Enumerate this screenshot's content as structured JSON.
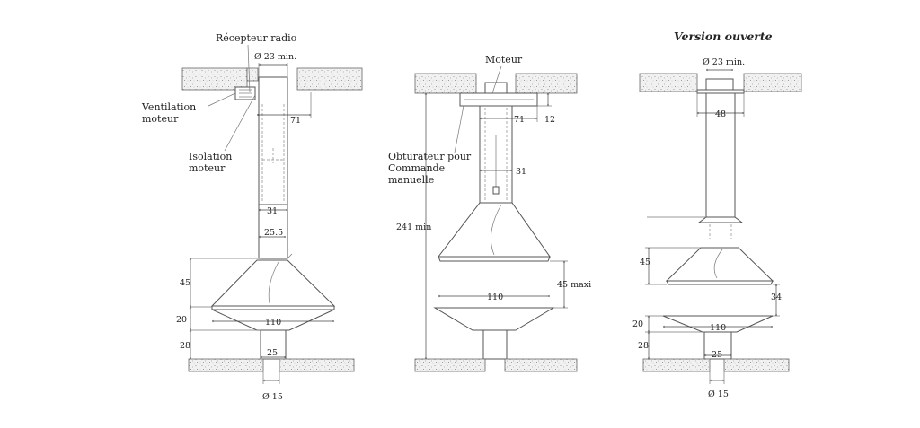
{
  "view_left": {
    "labels": {
      "recepteur": "Récepteur radio",
      "ventilation_1": "Ventilation",
      "ventilation_2": "moteur",
      "isolation_1": "Isolation",
      "isolation_2": "moteur"
    },
    "dims": {
      "d23": "Ø 23 min.",
      "d71": "71",
      "d31": "31",
      "d25_5": "25.5",
      "d45": "45",
      "d20": "20",
      "d110": "110",
      "d28": "28",
      "d25": "25",
      "d15": "Ø 15"
    }
  },
  "view_middle": {
    "labels": {
      "moteur": "Moteur",
      "obturateur_1": "Obturateur pour",
      "obturateur_2": "Commande",
      "obturateur_3": "manuelle"
    },
    "dims": {
      "d71": "71",
      "d12": "12",
      "d31": "31",
      "d241": "241 min",
      "d110": "110",
      "d45max": "45 maxi"
    }
  },
  "view_right": {
    "title": "Version ouverte",
    "dims": {
      "d23": "Ø 23 min.",
      "d48": "48",
      "d45": "45",
      "d34": "34",
      "d20": "20",
      "d110": "110",
      "d28": "28",
      "d25": "25",
      "d15": "Ø 15"
    }
  }
}
